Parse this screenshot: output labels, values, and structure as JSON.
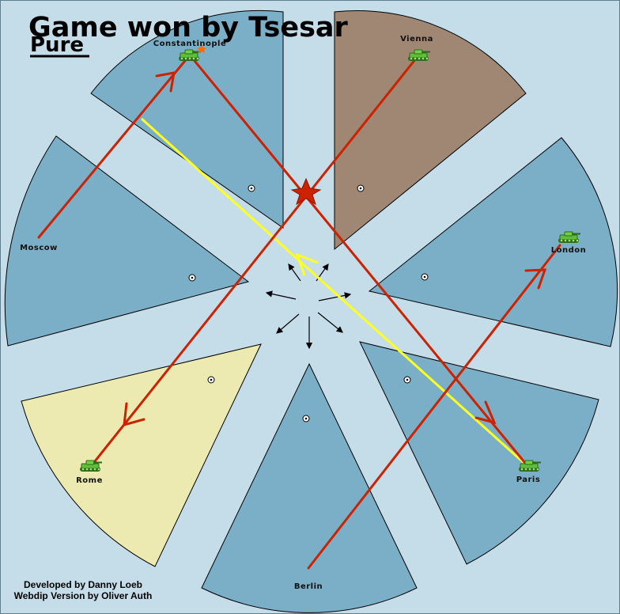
{
  "game": {
    "title": "Game won by Tsesar",
    "variant": "Pure"
  },
  "credits": {
    "line1": "Developed by Danny Loeb",
    "line2": "Webdip Version by Oliver Auth"
  },
  "colors": {
    "background": "#c4dde9",
    "neutral_territory": "#7aafc7",
    "austria_territory": "#a08773",
    "italy_territory": "#ece9b1",
    "move_order": "#cc2200",
    "support_order": "#ffff22",
    "army_unit": "#5fbf3a"
  },
  "territories": [
    {
      "name": "Constantinople",
      "owner": "neutral"
    },
    {
      "name": "Vienna",
      "owner": "austria"
    },
    {
      "name": "London",
      "owner": "neutral"
    },
    {
      "name": "Paris",
      "owner": "neutral"
    },
    {
      "name": "Berlin",
      "owner": "neutral"
    },
    {
      "name": "Rome",
      "owner": "italy"
    },
    {
      "name": "Moscow",
      "owner": "neutral"
    }
  ],
  "units": [
    {
      "type": "army",
      "location": "Constantinople",
      "icon": "tank-icon"
    },
    {
      "type": "army",
      "location": "Vienna",
      "icon": "tank-icon"
    },
    {
      "type": "army",
      "location": "London",
      "icon": "tank-icon"
    },
    {
      "type": "army",
      "location": "Paris",
      "icon": "tank-icon"
    },
    {
      "type": "army",
      "location": "Rome",
      "icon": "tank-icon"
    }
  ],
  "orders": [
    {
      "kind": "move",
      "from": "Moscow",
      "to": "Constantinople"
    },
    {
      "kind": "move",
      "from": "Constantinople",
      "to": "Paris"
    },
    {
      "kind": "move",
      "from": "Vienna",
      "to": "Rome"
    },
    {
      "kind": "move",
      "from": "Berlin",
      "to": "London"
    },
    {
      "kind": "support",
      "from": "Paris",
      "to": "Constantinople"
    }
  ],
  "center_arrows": "compass-arrows-icon",
  "bounce_marker": "bounce-star-icon"
}
